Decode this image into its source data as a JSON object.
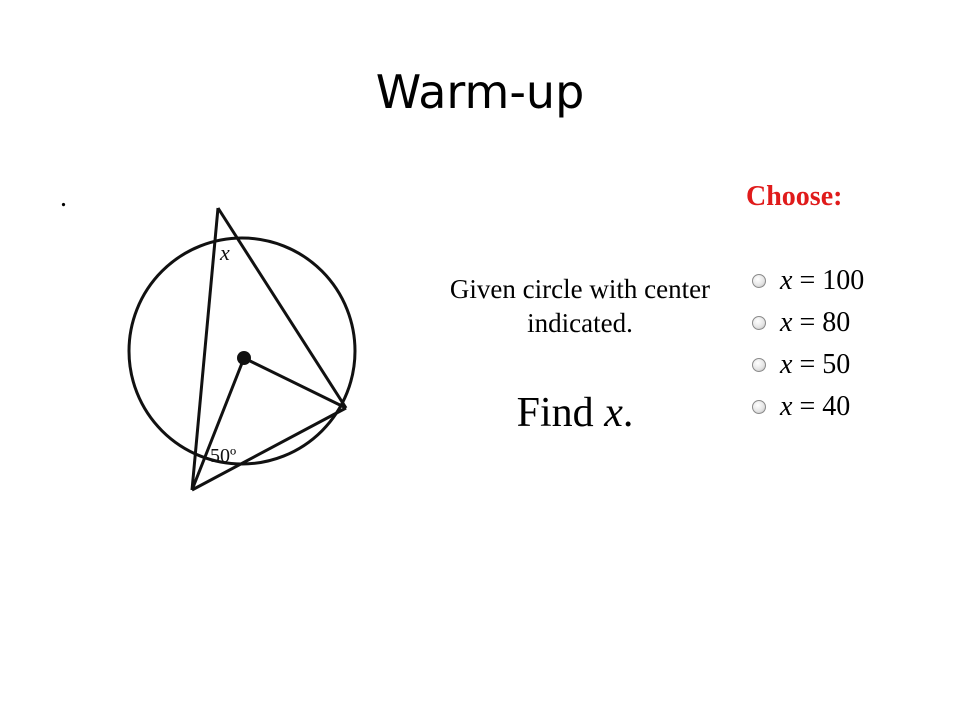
{
  "slide": {
    "title": "Warm-up",
    "problem_number": "."
  },
  "diagram": {
    "angle_x_label": "x",
    "angle_given_label": "50º"
  },
  "problem": {
    "statement_line1": "Given circle with center",
    "statement_line2": "indicated.",
    "find_prefix": "Find ",
    "find_variable": "x",
    "find_suffix": "."
  },
  "quiz": {
    "heading": "Choose:",
    "heading_color": "#e01b1b",
    "options": [
      {
        "variable": "x",
        "rest": " = 100"
      },
      {
        "variable": "x",
        "rest": " = 80"
      },
      {
        "variable": "x",
        "rest": " = 50"
      },
      {
        "variable": "x",
        "rest": " = 40"
      }
    ]
  }
}
